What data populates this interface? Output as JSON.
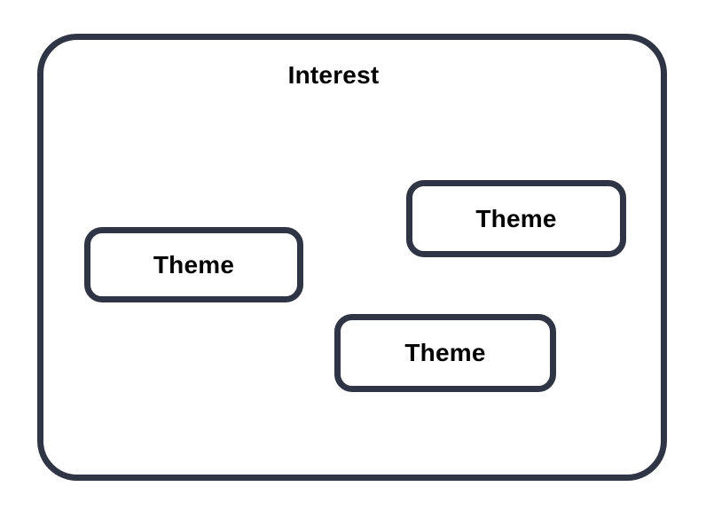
{
  "diagram": {
    "container": {
      "label": "Interest"
    },
    "nodes": [
      {
        "id": "theme-left",
        "label": "Theme"
      },
      {
        "id": "theme-top-right",
        "label": "Theme"
      },
      {
        "id": "theme-bottom-middle",
        "label": "Theme"
      }
    ],
    "colors": {
      "border": "#2F3545",
      "background": "#FFFFFF",
      "text": "#000000"
    }
  }
}
